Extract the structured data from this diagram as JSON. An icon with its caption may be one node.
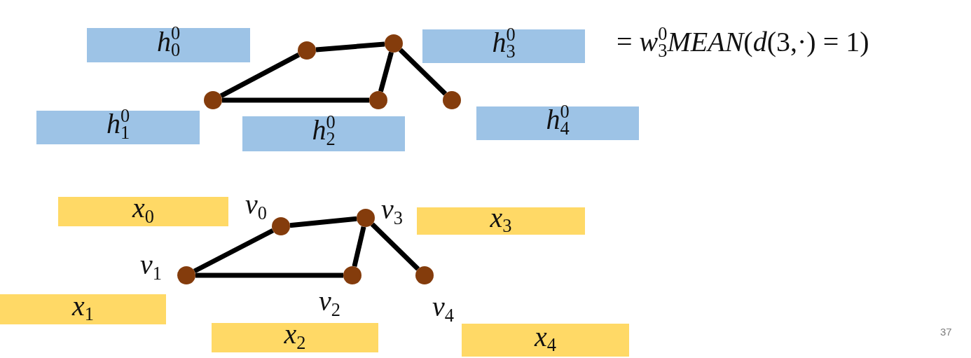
{
  "diagram": {
    "nodes": [
      {
        "text": [
          "*h*$_{0}$$^{0}$"
        ]
      },
      {
        "text": [],
        "shape": "circle"
      },
      {
        "text": [],
        "shape": "circle"
      },
      {
        "text": [
          "*h*$_{3}$$^{0}$"
        ],
        "beside": [
          "= *w*$_{3}$$^{0}$*MEAN*(*d*(3,·) = 1)"
        ]
      },
      {
        "text": [],
        "shape": "circle"
      },
      {
        "text": [],
        "shape": "circle"
      },
      {
        "text": [],
        "shape": "circle"
      },
      {
        "text": [
          "*h*$_{1}$$^{0}$"
        ]
      },
      {
        "text": [
          "*h*$_{2}$$^{0}$"
        ]
      },
      {
        "text": [
          "*h*$_{4}$$^{0}$"
        ]
      },
      {
        "text": [
          "*x*$_{0}$"
        ]
      },
      {
        "text": [],
        "shape": "circle",
        "beside": [
          "*v*$_{0}$"
        ]
      },
      {
        "text": [],
        "shape": "circle",
        "beside": [
          "*v*$_{3}$"
        ]
      },
      {
        "text": [
          "*x*$_{3}$"
        ]
      },
      {
        "text": [],
        "shape": "circle",
        "beside": [
          "*v*$_{1}$"
        ]
      },
      {
        "text": [],
        "shape": "circle",
        "beside": [
          "*v*$_{2}$"
        ]
      },
      {
        "text": [],
        "shape": "circle",
        "beside": [
          "*v*$_{4}$"
        ]
      },
      {
        "text": [
          "*x*$_{1}$"
        ]
      },
      {
        "text": [
          "*x*$_{2}$"
        ]
      },
      {
        "text": [
          "*x*$_{4}$"
        ]
      }
    ],
    "edges": [
      {
        "from": 4,
        "to": 1,
        "arrow": "none"
      },
      {
        "from": 1,
        "to": 2,
        "arrow": "none"
      },
      {
        "from": 2,
        "to": 5,
        "arrow": "none"
      },
      {
        "from": 2,
        "to": 6,
        "arrow": "none"
      },
      {
        "from": 4,
        "to": 5,
        "arrow": "none"
      },
      {
        "from": 14,
        "to": 11,
        "arrow": "none"
      },
      {
        "from": 11,
        "to": 12,
        "arrow": "none"
      },
      {
        "from": 12,
        "to": 15,
        "arrow": "none"
      },
      {
        "from": 12,
        "to": 16,
        "arrow": "none"
      },
      {
        "from": 14,
        "to": 15,
        "arrow": "none"
      }
    ],
    "labels": [
      "37"
    ]
  }
}
